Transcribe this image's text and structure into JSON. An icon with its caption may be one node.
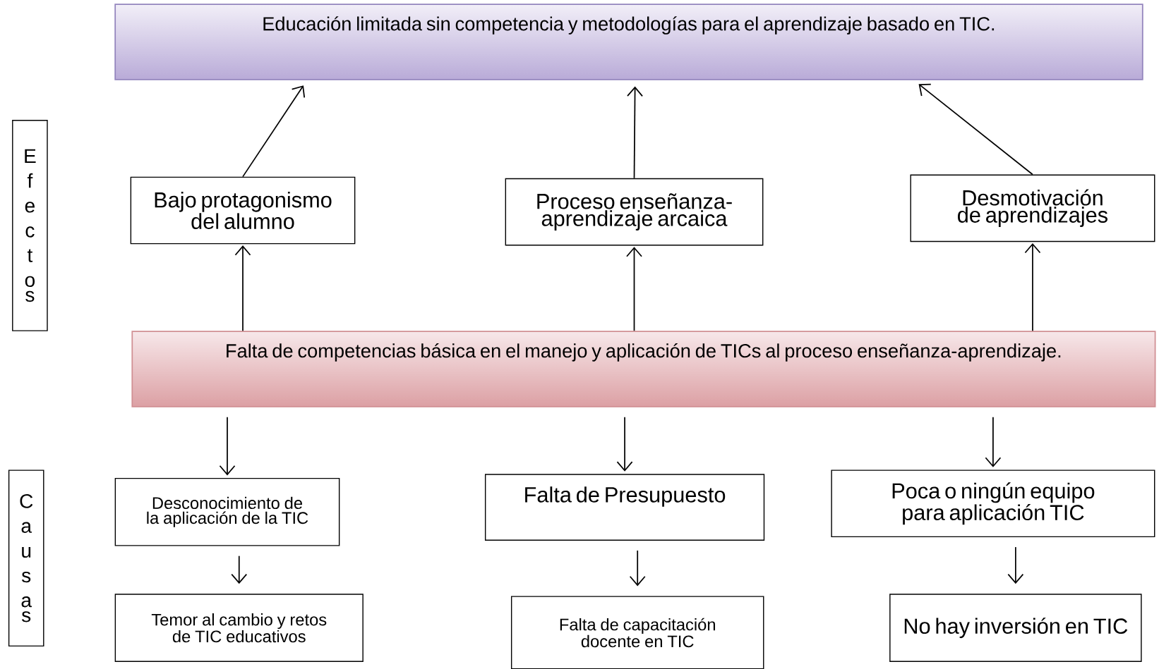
{
  "diagram": {
    "nodes": [
      {
        "text": [
          "Educación limitada sin competencia y metodologías para el aprendizaje basado en TIC."
        ]
      },
      {
        "text": [
          "Efectos"
        ]
      },
      {
        "text": [
          "Bajo protagonismo del alumno"
        ]
      },
      {
        "text": [
          "Proceso enseñanza-aprendizaje arcaica"
        ]
      },
      {
        "text": [
          "Desmotivación de aprendizajes"
        ]
      },
      {
        "text": [
          "Falta de competencias básica en el manejo y aplicación de TICs al proceso enseñanza-aprendizaje."
        ]
      },
      {
        "text": [
          "Causas"
        ]
      },
      {
        "text": [
          "Desconocimiento de la aplicación de la TIC"
        ]
      },
      {
        "text": [
          "Falta de Presupuesto"
        ]
      },
      {
        "text": [
          "Poca o ningún  equipo para aplicación TIC"
        ]
      },
      {
        "text": [
          "Temor al cambio y retos de TIC educativos"
        ]
      },
      {
        "text": [
          "Falta de capacitación docente en TIC"
        ]
      },
      {
        "text": [
          "No hay inversión en TIC"
        ]
      }
    ],
    "edges": [
      {
        "from": 2,
        "to": 0,
        "arrow": "to"
      },
      {
        "from": 3,
        "to": 0,
        "arrow": "to"
      },
      {
        "from": 4,
        "to": 0,
        "arrow": "to"
      },
      {
        "from": 5,
        "to": 2,
        "arrow": "to"
      },
      {
        "from": 5,
        "to": 3,
        "arrow": "to"
      },
      {
        "from": 5,
        "to": 4,
        "arrow": "to"
      },
      {
        "from": 5,
        "to": 7,
        "arrow": "to"
      },
      {
        "from": 5,
        "to": 8,
        "arrow": "to"
      },
      {
        "from": 5,
        "to": 9,
        "arrow": "to"
      },
      {
        "from": 7,
        "to": 10,
        "arrow": "to"
      },
      {
        "from": 8,
        "to": 11,
        "arrow": "to"
      },
      {
        "from": 9,
        "to": 12,
        "arrow": "to"
      }
    ]
  }
}
